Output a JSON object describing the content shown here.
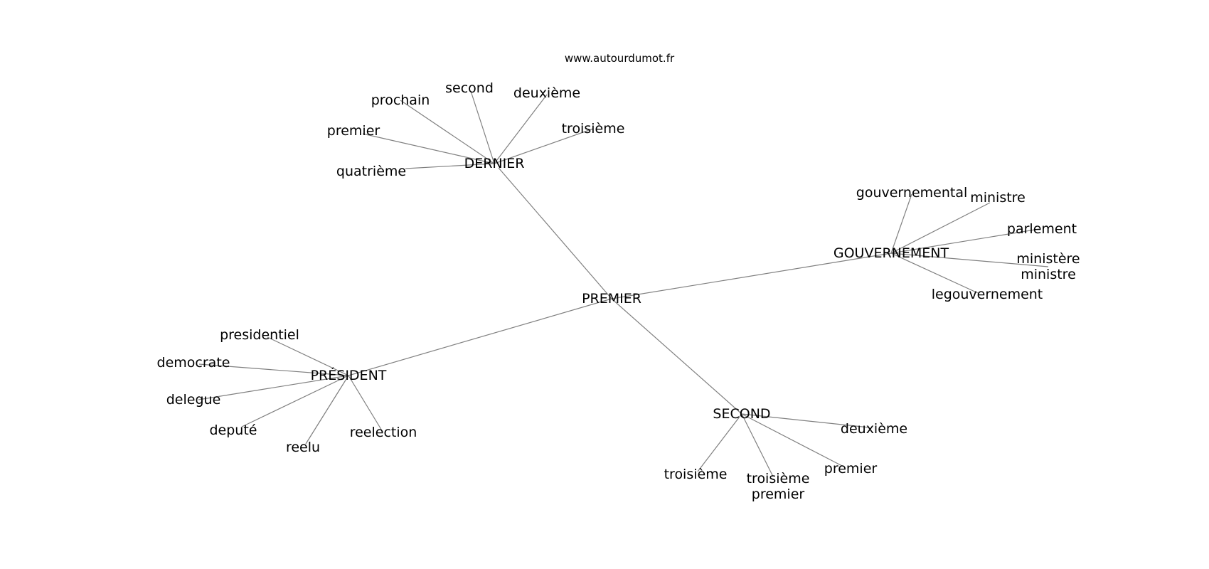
{
  "source": "www.autourdumot.fr",
  "colors": {
    "edge": "#808080",
    "text": "#000000",
    "background": "#ffffff"
  },
  "nodes": [
    {
      "id": "premier-center",
      "lines": [
        "PREMIER"
      ]
    },
    {
      "id": "dernier",
      "lines": [
        "DERNIER"
      ]
    },
    {
      "id": "gouvernement",
      "lines": [
        "GOUVERNEMENT"
      ]
    },
    {
      "id": "president",
      "lines": [
        "PRÉSIDENT"
      ]
    },
    {
      "id": "second-hub",
      "lines": [
        "SECOND"
      ]
    },
    {
      "id": "dernier-prochain",
      "lines": [
        "prochain"
      ]
    },
    {
      "id": "dernier-second",
      "lines": [
        "second"
      ]
    },
    {
      "id": "dernier-deuxieme",
      "lines": [
        "deuxième"
      ]
    },
    {
      "id": "dernier-troisieme",
      "lines": [
        "troisième"
      ]
    },
    {
      "id": "dernier-premier",
      "lines": [
        "premier"
      ]
    },
    {
      "id": "dernier-quatrieme",
      "lines": [
        "quatrième"
      ]
    },
    {
      "id": "gouv-gouvernemental",
      "lines": [
        "gouvernemental"
      ]
    },
    {
      "id": "gouv-ministre",
      "lines": [
        "ministre"
      ]
    },
    {
      "id": "gouv-parlement",
      "lines": [
        "parlement"
      ]
    },
    {
      "id": "gouv-ministere-ministre",
      "lines": [
        "ministère",
        "ministre"
      ]
    },
    {
      "id": "gouv-legouvernement",
      "lines": [
        "legouvernement"
      ]
    },
    {
      "id": "pres-presidentiel",
      "lines": [
        "presidentiel"
      ]
    },
    {
      "id": "pres-democrate",
      "lines": [
        "democrate"
      ]
    },
    {
      "id": "pres-delegue",
      "lines": [
        "delegue"
      ]
    },
    {
      "id": "pres-depute",
      "lines": [
        "deputé"
      ]
    },
    {
      "id": "pres-reelu",
      "lines": [
        "reelu"
      ]
    },
    {
      "id": "pres-reelection",
      "lines": [
        "reelection"
      ]
    },
    {
      "id": "second-deuxieme",
      "lines": [
        "deuxième"
      ]
    },
    {
      "id": "second-premier",
      "lines": [
        "premier"
      ]
    },
    {
      "id": "second-troisieme-premier",
      "lines": [
        "troisième",
        "premier"
      ]
    },
    {
      "id": "second-troisieme",
      "lines": [
        "troisième"
      ]
    }
  ],
  "edges": [
    [
      "premier-center",
      "dernier"
    ],
    [
      "premier-center",
      "gouvernement"
    ],
    [
      "premier-center",
      "president"
    ],
    [
      "premier-center",
      "second-hub"
    ],
    [
      "dernier",
      "dernier-prochain"
    ],
    [
      "dernier",
      "dernier-second"
    ],
    [
      "dernier",
      "dernier-deuxieme"
    ],
    [
      "dernier",
      "dernier-troisieme"
    ],
    [
      "dernier",
      "dernier-premier"
    ],
    [
      "dernier",
      "dernier-quatrieme"
    ],
    [
      "gouvernement",
      "gouv-gouvernemental"
    ],
    [
      "gouvernement",
      "gouv-ministre"
    ],
    [
      "gouvernement",
      "gouv-parlement"
    ],
    [
      "gouvernement",
      "gouv-ministere-ministre"
    ],
    [
      "gouvernement",
      "gouv-legouvernement"
    ],
    [
      "president",
      "pres-presidentiel"
    ],
    [
      "president",
      "pres-democrate"
    ],
    [
      "president",
      "pres-delegue"
    ],
    [
      "president",
      "pres-depute"
    ],
    [
      "president",
      "pres-reelu"
    ],
    [
      "president",
      "pres-reelection"
    ],
    [
      "second-hub",
      "second-deuxieme"
    ],
    [
      "second-hub",
      "second-premier"
    ],
    [
      "second-hub",
      "second-troisieme-premier"
    ],
    [
      "second-hub",
      "second-troisieme"
    ]
  ]
}
